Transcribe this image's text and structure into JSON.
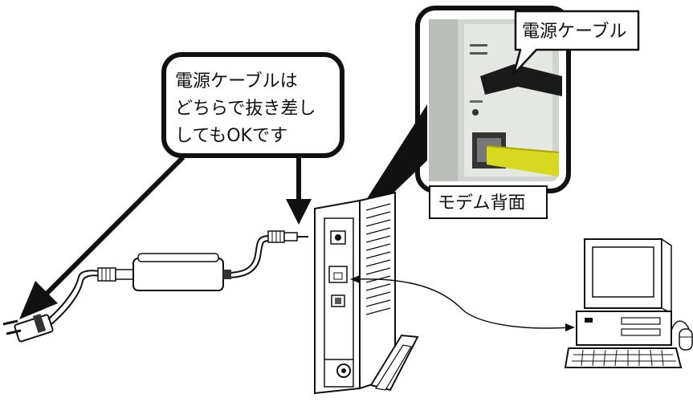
{
  "callout_left": {
    "lines": [
      "電源ケーブルは",
      "どちらで抜き差し",
      "してもOKです"
    ]
  },
  "callout_right": {
    "text": "電源ケーブル"
  },
  "photo_caption": {
    "text": "モデム背面"
  },
  "colors": {
    "line": "#111111",
    "device_fill": "#ffffff",
    "photo_wall": "#cfd4cf",
    "cable_yellow": "#d8d820"
  },
  "icons": [
    "power-plug-icon",
    "ac-adapter-icon",
    "modem-icon",
    "computer-icon",
    "mouse-icon",
    "keyboard-icon"
  ]
}
